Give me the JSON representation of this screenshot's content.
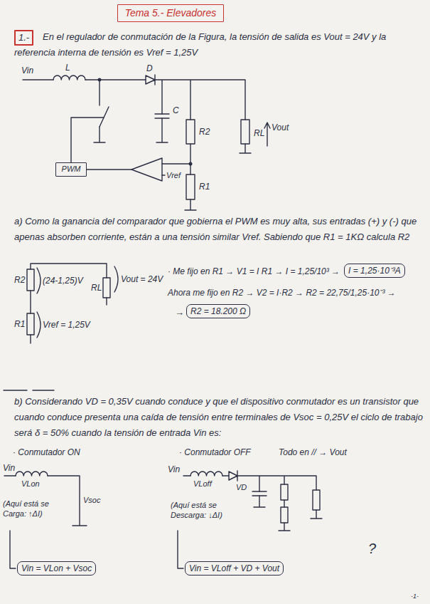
{
  "diagram": {
    "title": "Tema 5.- Elevadores",
    "nodes": [
      {
        "text": [
          "Tema 5.- Elevadores"
        ]
      },
      {
        "text": [
          "1.-"
        ]
      },
      {
        "text": [
          "PWM"
        ]
      },
      {
        "text": [
          "I = 1,25·10⁻³A"
        ]
      },
      {
        "text": [
          "R2 = 18.200 Ω"
        ]
      },
      {
        "text": [
          "Vin = VLon + Vsoc"
        ]
      },
      {
        "text": [
          "Vin = VLoff + VD + Vout"
        ]
      }
    ],
    "labels": [
      "En el regulador de conmutación de la Figura, la tensión de salida es Vout = 24V y la referencia interna de tensión es Vref = 1,25V",
      "Vin",
      "L",
      "D",
      "C",
      "R2",
      "RL",
      "Vout",
      "Vref",
      "R1",
      "a) Como la ganancia del comparador que gobierna el PWM es muy alta, sus entradas (+) y (-) que apenas absorben corriente, están a una tensión similar Vref. Sabiendo que R1 = 1KΩ calcula R2",
      "R2",
      "(24-1,25)V",
      "RL",
      "Vout = 24V",
      "R1",
      "Vref = 1,25V",
      "· Me fijo en R1 → V1 = I R1 → I = 1,25/10³ →",
      "Ahora me fijo en R2 → V2 = I·R2 → R2 = 22,75/1,25·10⁻³ →",
      "→",
      "b) Considerando VD = 0,35V cuando conduce y que el dispositivo conmutador es un transistor que cuando conduce presenta una caída de tensión entre terminales de Vsoc = 0,25V el ciclo de trabajo será δ = 50% cuando la tensión de entrada Vin es:",
      "· Conmutador ON",
      "Vin",
      "VLon",
      "Vsoc",
      "(Aquí está se Carga: ↑ΔI)",
      "· Conmutador OFF",
      "Todo en // → Vout",
      "Vin",
      "VLoff",
      "VD",
      "(Aquí está se Descarga: ↓ΔI)",
      "?",
      "-1-"
    ]
  }
}
